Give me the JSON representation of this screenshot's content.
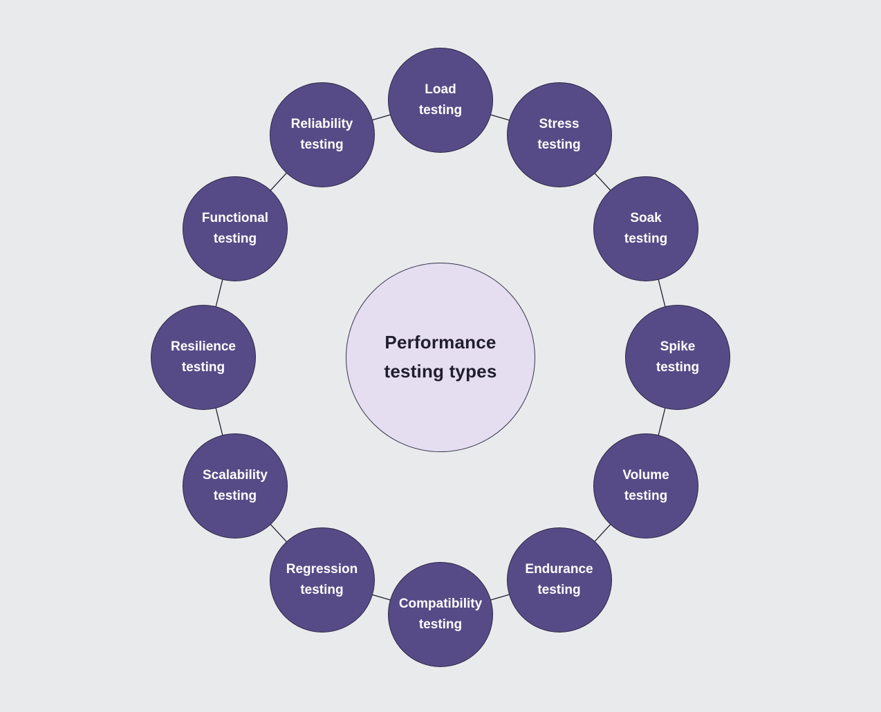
{
  "diagram": {
    "center": {
      "title": "Performance\ntesting types"
    },
    "nodes": [
      {
        "id": "load-testing",
        "lines": [
          "Load",
          "testing"
        ]
      },
      {
        "id": "stress-testing",
        "lines": [
          "Stress",
          "testing"
        ]
      },
      {
        "id": "soak-testing",
        "lines": [
          "Soak",
          "testing"
        ]
      },
      {
        "id": "spike-testing",
        "lines": [
          "Spike",
          "testing"
        ]
      },
      {
        "id": "volume-testing",
        "lines": [
          "Volume",
          "testing"
        ]
      },
      {
        "id": "endurance-testing",
        "lines": [
          "Endurance",
          "testing"
        ]
      },
      {
        "id": "compatibility-testing",
        "lines": [
          "Compatibility",
          "testing"
        ]
      },
      {
        "id": "regression-testing",
        "lines": [
          "Regression",
          "testing"
        ]
      },
      {
        "id": "scalability-testing",
        "lines": [
          "Scalability",
          "testing"
        ]
      },
      {
        "id": "resilience-testing",
        "lines": [
          "Resilience",
          "testing"
        ]
      },
      {
        "id": "functional-testing",
        "lines": [
          "Functional",
          "testing"
        ]
      },
      {
        "id": "reliability-testing",
        "lines": [
          "Reliability",
          "testing"
        ]
      }
    ],
    "colors": {
      "background": "#e9eaec",
      "node_fill": "#574b87",
      "node_text": "#ffffff",
      "center_fill": "#e4def0",
      "center_text": "#201d30",
      "line": "#1f1f2e"
    }
  }
}
